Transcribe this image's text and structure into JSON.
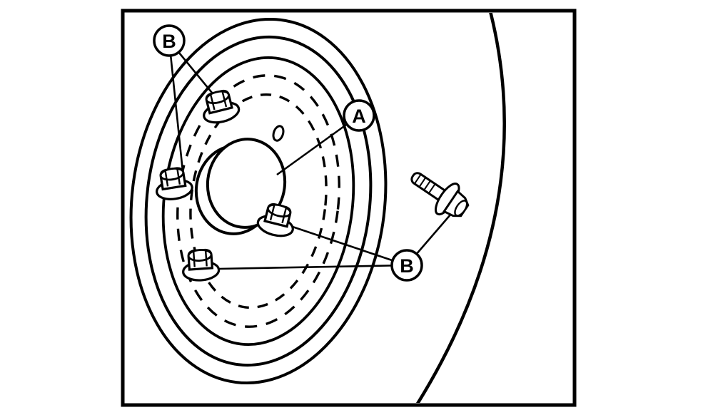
{
  "diagram": {
    "colors": {
      "line": "#000000",
      "background": "#ffffff"
    },
    "callouts": [
      {
        "label": "B"
      },
      {
        "label": "A"
      },
      {
        "label": "B"
      }
    ],
    "parts": [
      "wheel-rim-arc",
      "brake-drum-rings",
      "center-hub",
      "lug-nut-top",
      "lug-nut-left",
      "lug-nut-bottom-left",
      "lug-nut-bottom-center",
      "flange-bolt",
      "stud-hole"
    ]
  }
}
